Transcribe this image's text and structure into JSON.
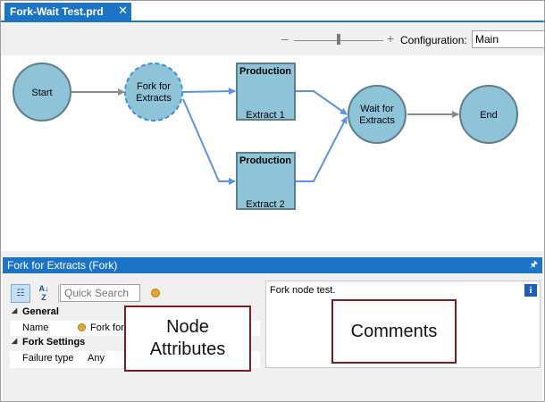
{
  "document_tab": {
    "title": "Fork-Wait Test.prd",
    "close_glyph": "✕"
  },
  "toolbar": {
    "zoom_minus": "–",
    "zoom_plus": "+",
    "zoom_level": 0.5,
    "configuration_label": "Configuration:",
    "configuration_value": "Main"
  },
  "diagram": {
    "nodes": {
      "start": {
        "label": "Start"
      },
      "fork": {
        "label_line1": "Fork for",
        "label_line2": "Extracts"
      },
      "production1": {
        "title": "Production",
        "label": "Extract 1"
      },
      "production2": {
        "title": "Production",
        "label": "Extract 2"
      },
      "wait": {
        "label_line1": "Wait for",
        "label_line2": "Extracts"
      },
      "end": {
        "label": "End"
      }
    }
  },
  "properties_panel": {
    "title": "Fork for Extracts (Fork)",
    "pin_glyph": "🖈",
    "search_placeholder": "Quick Search",
    "categories": [
      {
        "name": "General",
        "collapse_glyph": "◢",
        "properties": [
          {
            "key": "Name",
            "value": "Fork for Extracts"
          }
        ]
      },
      {
        "name": "Fork Settings",
        "collapse_glyph": "◢",
        "properties": [
          {
            "key": "Failure type",
            "value": "Any"
          }
        ]
      }
    ],
    "comments": "Fork node test.",
    "info_glyph": "i"
  },
  "annotations": {
    "node_attributes_line1": "Node",
    "node_attributes_line2": "Attributes",
    "comments_label": "Comments"
  },
  "colors": {
    "accent": "#1c74c6",
    "node_fill": "#8fc4d8",
    "node_stroke": "#5b7f8c",
    "selected_stroke": "#3b8fe0",
    "edge_active": "#5b93e0",
    "edge_inactive": "#8a8a8a",
    "annotation_border": "#7a1f1f"
  },
  "icons": {
    "close": "close-icon",
    "pin": "pin-icon",
    "categorized": "categorized-view-icon",
    "sort": "alphabetical-sort-icon",
    "value_source": "coin-icon",
    "info": "info-icon"
  }
}
